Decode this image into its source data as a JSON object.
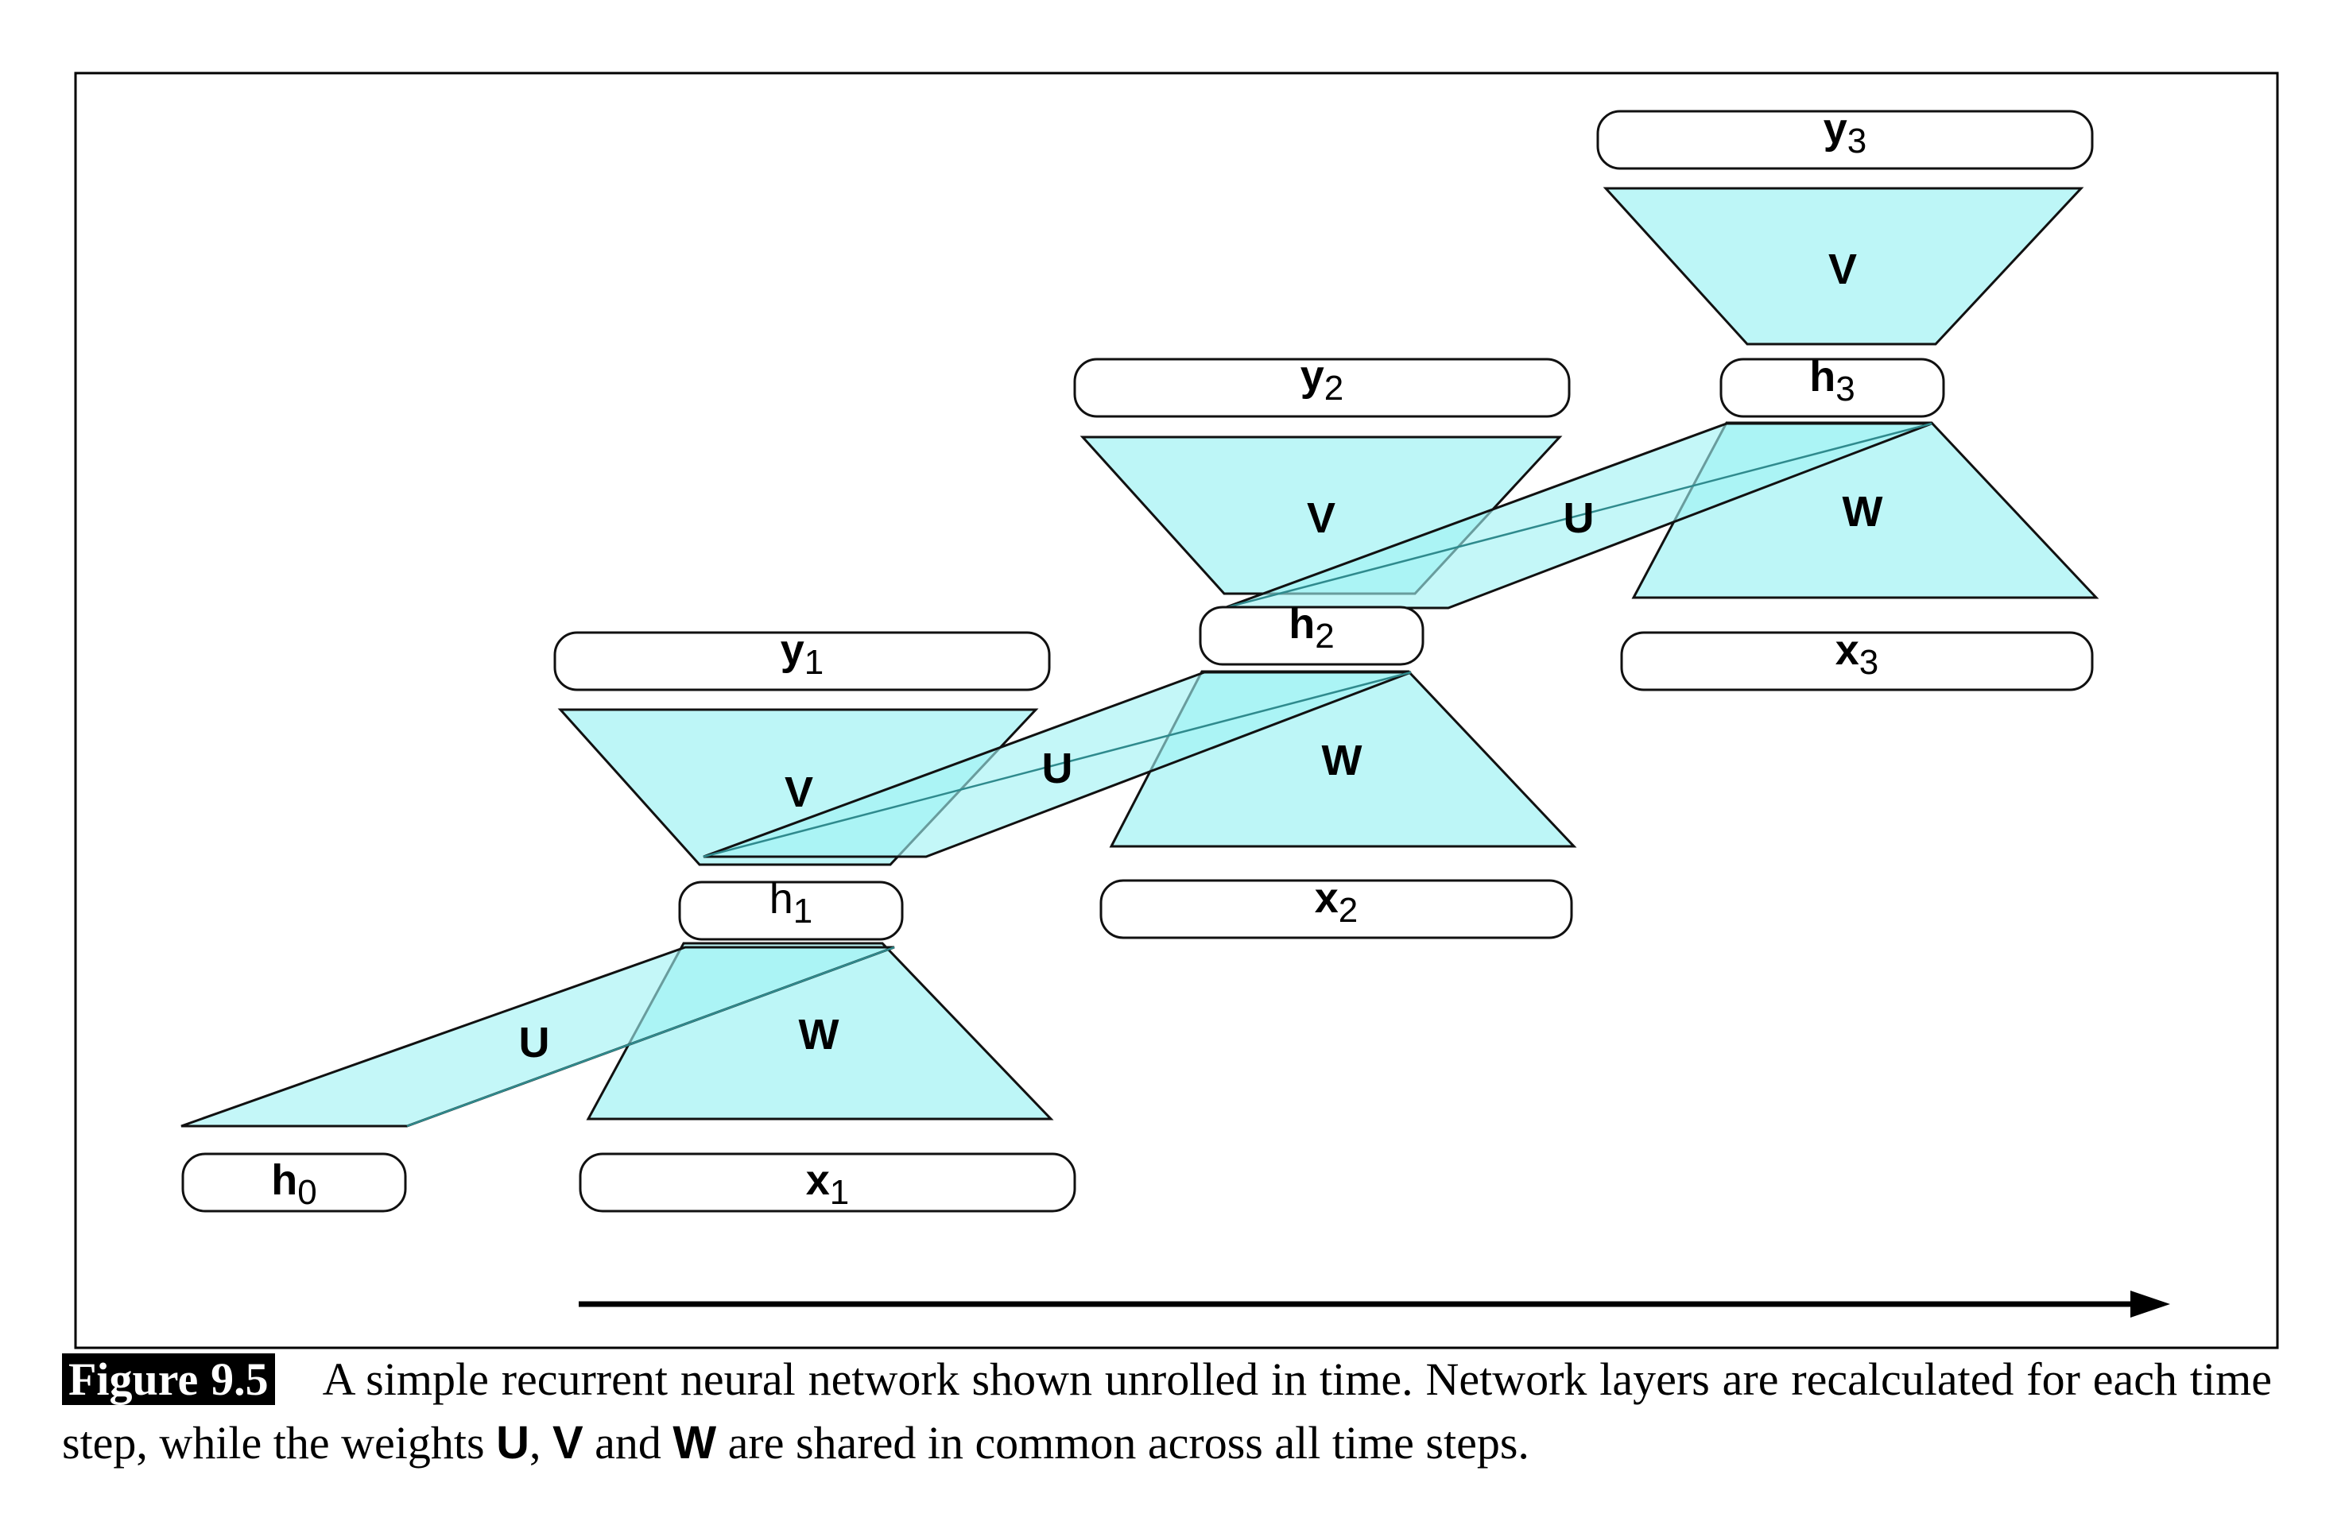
{
  "figure": {
    "number": "Figure 9.5",
    "caption_before": "A simple recurrent neural network shown unrolled in time. Network layers are recalculated for each time step, while the weights ",
    "weight_u": "U",
    "sep1": ", ",
    "weight_v": "V",
    "sep2": " and ",
    "weight_w": "W",
    "caption_after": " are shared in common across all time steps."
  },
  "nodes": {
    "h0": {
      "base": "h",
      "sub": "0"
    },
    "x1": {
      "base": "x",
      "sub": "1"
    },
    "h1": {
      "base": "h",
      "sub": "1"
    },
    "y1": {
      "base": "y",
      "sub": "1"
    },
    "x2": {
      "base": "x",
      "sub": "2"
    },
    "h2": {
      "base": "h",
      "sub": "2"
    },
    "y2": {
      "base": "y",
      "sub": "2"
    },
    "x3": {
      "base": "x",
      "sub": "3"
    },
    "h3": {
      "base": "h",
      "sub": "3"
    },
    "y3": {
      "base": "y",
      "sub": "3"
    }
  },
  "weights": {
    "u": "U",
    "v": "V",
    "w": "W"
  },
  "colors": {
    "layer_fill": "#bdf6f7",
    "u_fill": "#9ff2f4",
    "border": "#111111"
  }
}
